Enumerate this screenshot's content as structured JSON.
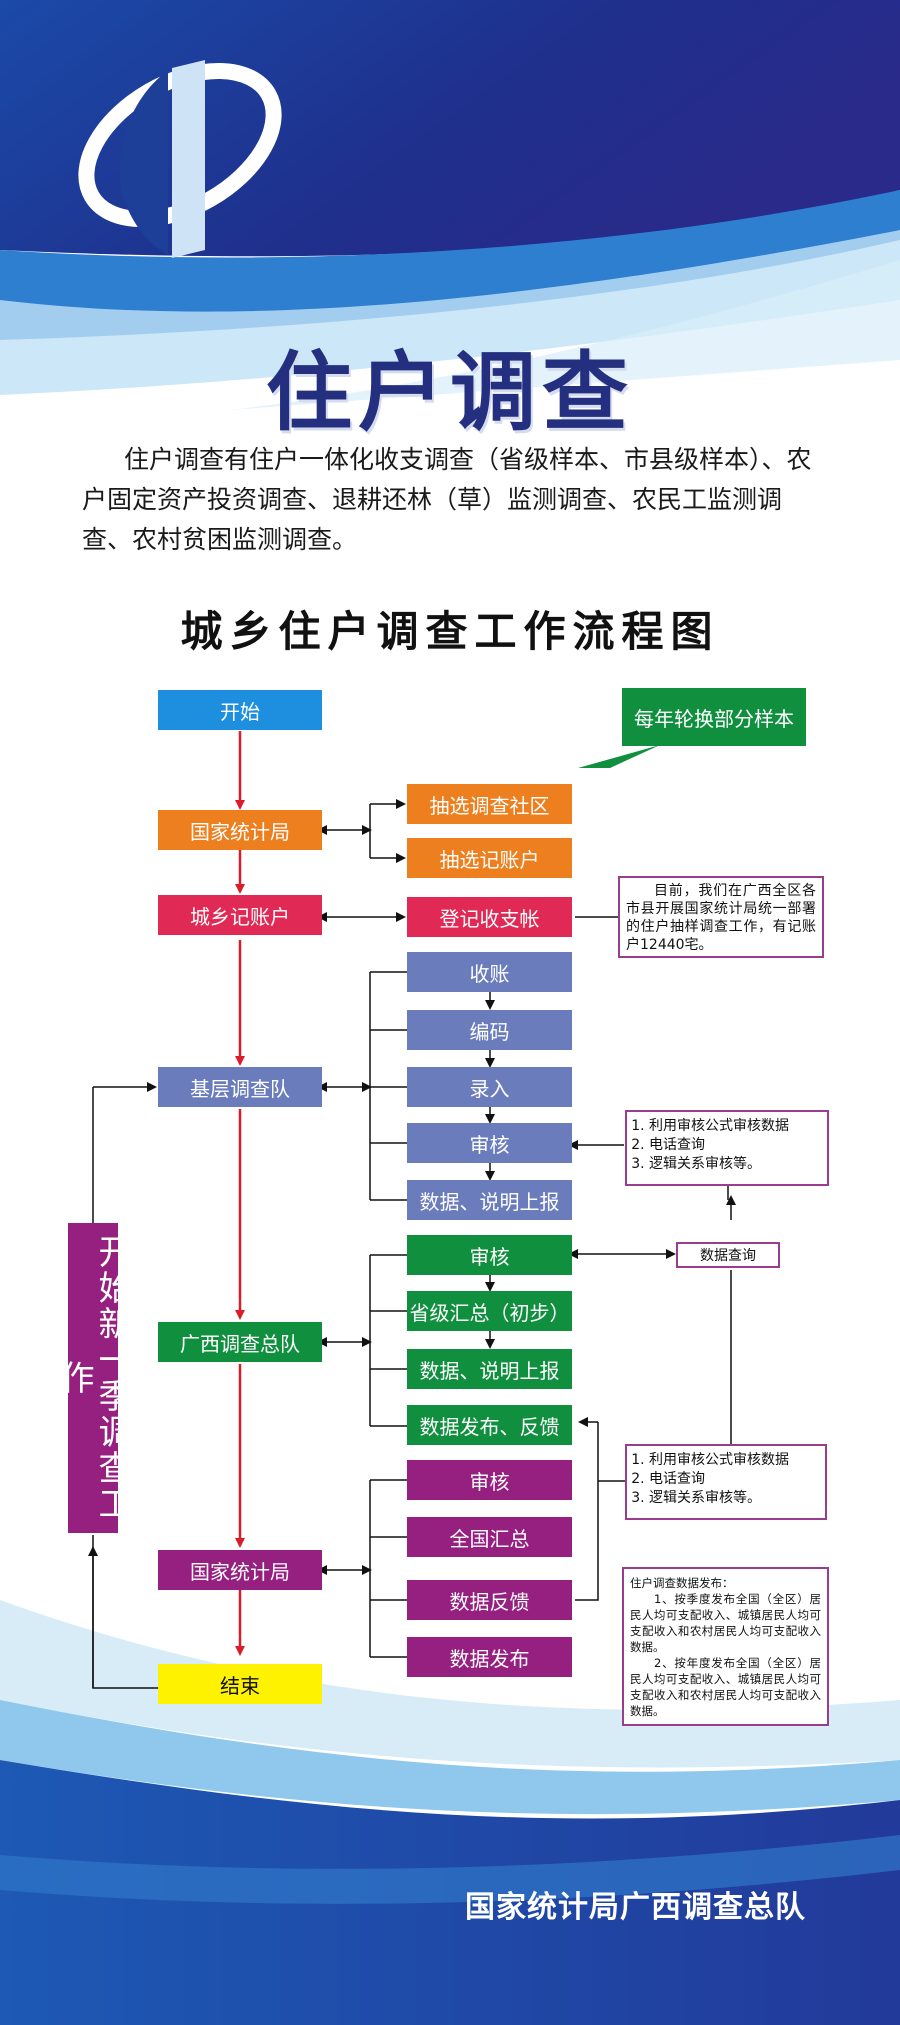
{
  "title": "住户调查",
  "intro": "住户调查有住户一体化收支调查（省级样本、市县级样本）、农户固定资产投资调查、退耕还林（草）监测调查、农民工监测调查、农村贫困监测调查。",
  "subtitle": "城乡住户调查工作流程图",
  "flow": {
    "start": "开始",
    "nbs1": "国家统计局",
    "urban_rural": "城乡记账户",
    "grassroots": "基层调查队",
    "gx_team": "广西调查总队",
    "nbs2": "国家统计局",
    "end": "结束",
    "select_community": "抽选调查社区",
    "select_households": "抽选记账户",
    "register": "登记收支帐",
    "collect": "收账",
    "encode": "编码",
    "input": "录入",
    "review1": "审核",
    "report1": "数据、说明上报",
    "review2": "审核",
    "provincial_summary": "省级汇总（初步）",
    "report2": "数据、说明上报",
    "publish_feedback": "数据发布、反馈",
    "review3": "审核",
    "national_summary": "全国汇总",
    "data_feedback": "数据反馈",
    "data_publish": "数据发布",
    "rotation_callout": "每年轮换部分样本",
    "new_season": "开始新一季调查工作",
    "data_query": "数据查询"
  },
  "notes": {
    "sample_info": "目前，我们在广西全区各市县开展国家统计局统一部署的住户抽样调查工作，有记账户12440宅。",
    "review_methods_1": [
      "利用审核公式审核数据",
      "电话查询",
      "逻辑关系审核等。"
    ],
    "review_methods_2": [
      "利用审核公式审核数据",
      "电话查询",
      "逻辑关系审核等。"
    ],
    "release_title": "住户调查数据发布：",
    "release_items": [
      "1、按季度发布全国（全区）居民人均可支配收入、城镇居民人均可支配收入和农村居民人均可支配收入数据。",
      "2、按年度发布全国（全区）居民人均可支配收入、城镇居民人均可支配收入和农村居民人均可支配收入数据。"
    ]
  },
  "footer": "国家统计局广西调查总队",
  "colors": {
    "title": "#24307f",
    "start": "#1e8fde",
    "orange": "#ee7f1f",
    "red": "#e02a55",
    "slate": "#6a7cbc",
    "green": "#10903f",
    "purple": "#962080",
    "end": "#fff200",
    "flow_arrow": "#d81e2a"
  }
}
